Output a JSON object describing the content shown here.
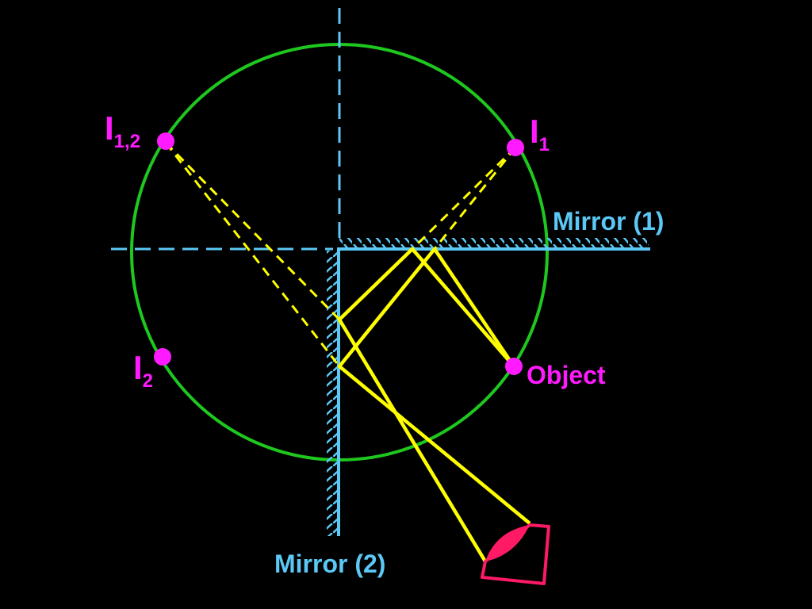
{
  "labels": {
    "image_12": {
      "main": "I",
      "sub": "1,2"
    },
    "image_1": {
      "main": "I",
      "sub": "1"
    },
    "image_2": {
      "main": "I",
      "sub": "2"
    },
    "object": "Object",
    "mirror_1": "Mirror (1)",
    "mirror_2": "Mirror (2)"
  },
  "colors": {
    "background": "#000000",
    "circle": "#1ec81e",
    "mirror": "#5bc8f5",
    "ray": "#ffff00",
    "point": "#ff1aff",
    "eye": "#ff1a66"
  }
}
